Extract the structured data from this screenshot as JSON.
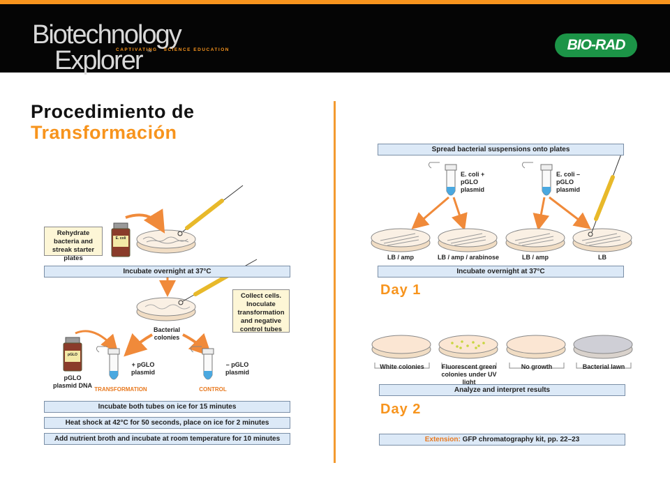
{
  "header": {
    "brand_line1": "Biotechnology",
    "brand_line2": "Explorer",
    "brand_tm": "™",
    "brand_tagline_1": "CAPTIVATING",
    "brand_tagline_2": "SCIENCE EDUCATION",
    "company_logo": "BIO-RAD",
    "accent_color": "#f7941d",
    "header_bg": "#050505",
    "logo_green": "#1c9447"
  },
  "title": {
    "line1": "Procedimiento de",
    "line2": "Transformación"
  },
  "left_panel": {
    "step_rehydrate": "Rehydrate bacteria and streak starter plates",
    "vial_label_1": "E. coli",
    "incubate_overnight": "Incubate overnight at 37°C",
    "collect_cells": "Collect cells. Inoculate transformation and negative control tubes",
    "bacterial_colonies": "Bacterial colonies",
    "plasmid_vial_label": "pGLO",
    "plasmid_dna": "pGLO plasmid DNA",
    "tube_plus": "+ pGLO plasmid",
    "tube_minus": "– pGLO plasmid",
    "transformation_label": "TRANSFORMATION",
    "control_label": "CONTROL",
    "step_ice": "Incubate both tubes on ice for 15 minutes",
    "step_heat": "Heat shock at 42°C for 50 seconds, place on ice for 2 minutes",
    "step_broth": "Add nutrient broth and incubate at room temperature for 10 minutes"
  },
  "right_panel": {
    "spread": "Spread bacterial suspensions onto plates",
    "tube_plus": "E. coli + pGLO plasmid",
    "tube_minus": "E. coli – pGLO plasmid",
    "plates": [
      "LB / amp",
      "LB / amp / arabinose",
      "LB / amp",
      "LB"
    ],
    "incubate": "Incubate overnight at 37°C",
    "day1": "Day 1",
    "results": [
      "White colonies",
      "Fluorescent green colonies under UV light",
      "No growth",
      "Bacterial lawn"
    ],
    "analyze": "Analyze and interpret results",
    "day2": "Day 2",
    "extension_label": "Extension:",
    "extension_text": "GFP chromatography kit, pp. 22–23"
  }
}
